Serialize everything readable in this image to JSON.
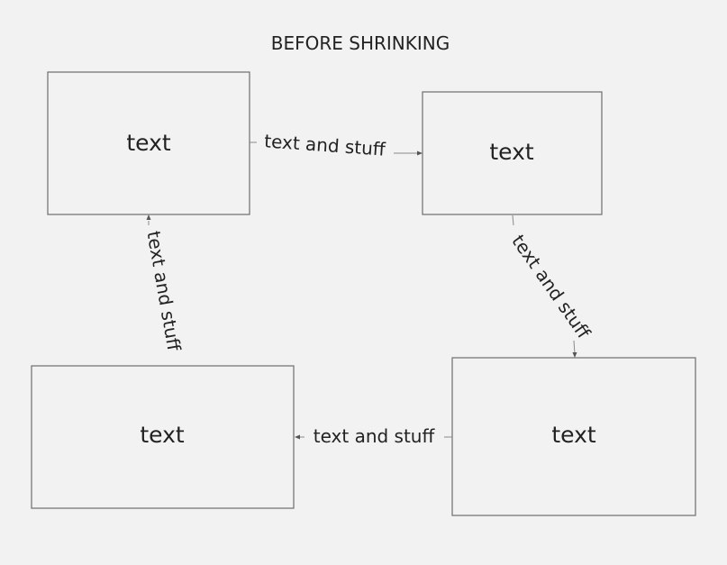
{
  "title": "BEFORE SHRINKING",
  "nodes": {
    "top_left": "text",
    "top_right": "text",
    "bottom_left": "text",
    "bottom_right": "text"
  },
  "edges": {
    "top_left_to_top_right": "text and stuff",
    "top_right_to_bottom_right": "text and stuff",
    "bottom_right_to_bottom_left": "text and stuff",
    "bottom_left_to_top_left": "text and stuff"
  },
  "colors": {
    "background": "#f2f2f2",
    "box_stroke": "#6e6e6e",
    "text": "#222222"
  }
}
